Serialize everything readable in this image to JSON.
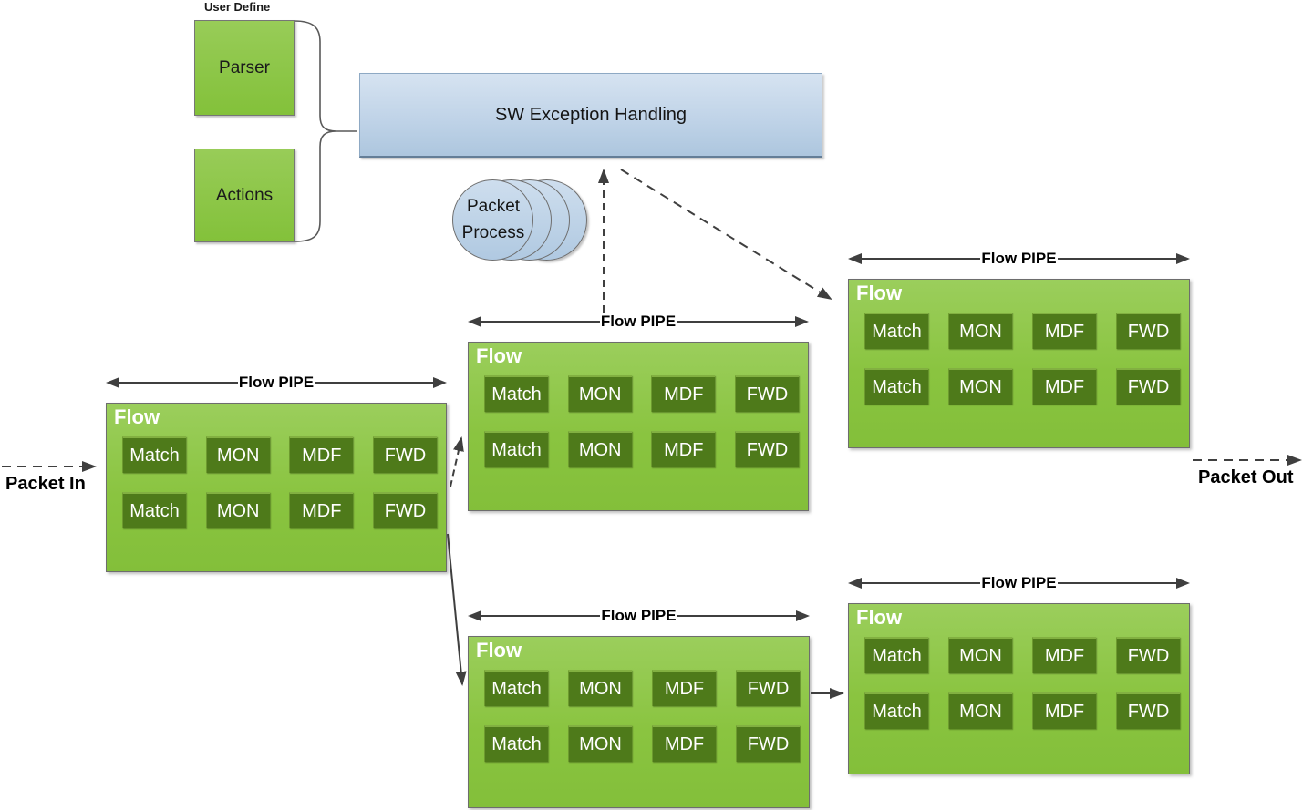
{
  "labels": {
    "user_define": "User Define",
    "parser": "Parser",
    "actions": "Actions",
    "sw_exception": "SW Exception Handling",
    "packet_process": "Packet Process",
    "packet_in": "Packet In",
    "packet_out": "Packet Out"
  },
  "stages": [
    "Match",
    "MON",
    "MDF",
    "FWD"
  ],
  "flow_pipes": [
    {
      "name": "left",
      "pipe_label": "Flow PIPE",
      "flow_label": "Flow",
      "rows": [
        [
          "Match",
          "MON",
          "MDF",
          "FWD"
        ],
        [
          "Match",
          "MON",
          "MDF",
          "FWD"
        ]
      ]
    },
    {
      "name": "upper-middle",
      "pipe_label": "Flow PIPE",
      "flow_label": "Flow",
      "rows": [
        [
          "Match",
          "MON",
          "MDF",
          "FWD"
        ],
        [
          "Match",
          "MON",
          "MDF",
          "FWD"
        ]
      ]
    },
    {
      "name": "upper-right",
      "pipe_label": "Flow PIPE",
      "flow_label": "Flow",
      "rows": [
        [
          "Match",
          "MON",
          "MDF",
          "FWD"
        ],
        [
          "Match",
          "MON",
          "MDF",
          "FWD"
        ]
      ]
    },
    {
      "name": "lower-middle",
      "pipe_label": "Flow PIPE",
      "flow_label": "Flow",
      "rows": [
        [
          "Match",
          "MON",
          "MDF",
          "FWD"
        ],
        [
          "Match",
          "MON",
          "MDF",
          "FWD"
        ]
      ]
    },
    {
      "name": "lower-right",
      "pipe_label": "Flow PIPE",
      "flow_label": "Flow",
      "rows": [
        [
          "Match",
          "MON",
          "MDF",
          "FWD"
        ],
        [
          "Match",
          "MON",
          "MDF",
          "FWD"
        ]
      ]
    }
  ],
  "colors": {
    "flow_box_green": "#8ac440",
    "stage_box_green": "#4e7a1a",
    "sw_box_blue": "#bed2e7",
    "packet_process_blue": "#bdd2e6",
    "arrow_gray": "#3f3f3f"
  }
}
